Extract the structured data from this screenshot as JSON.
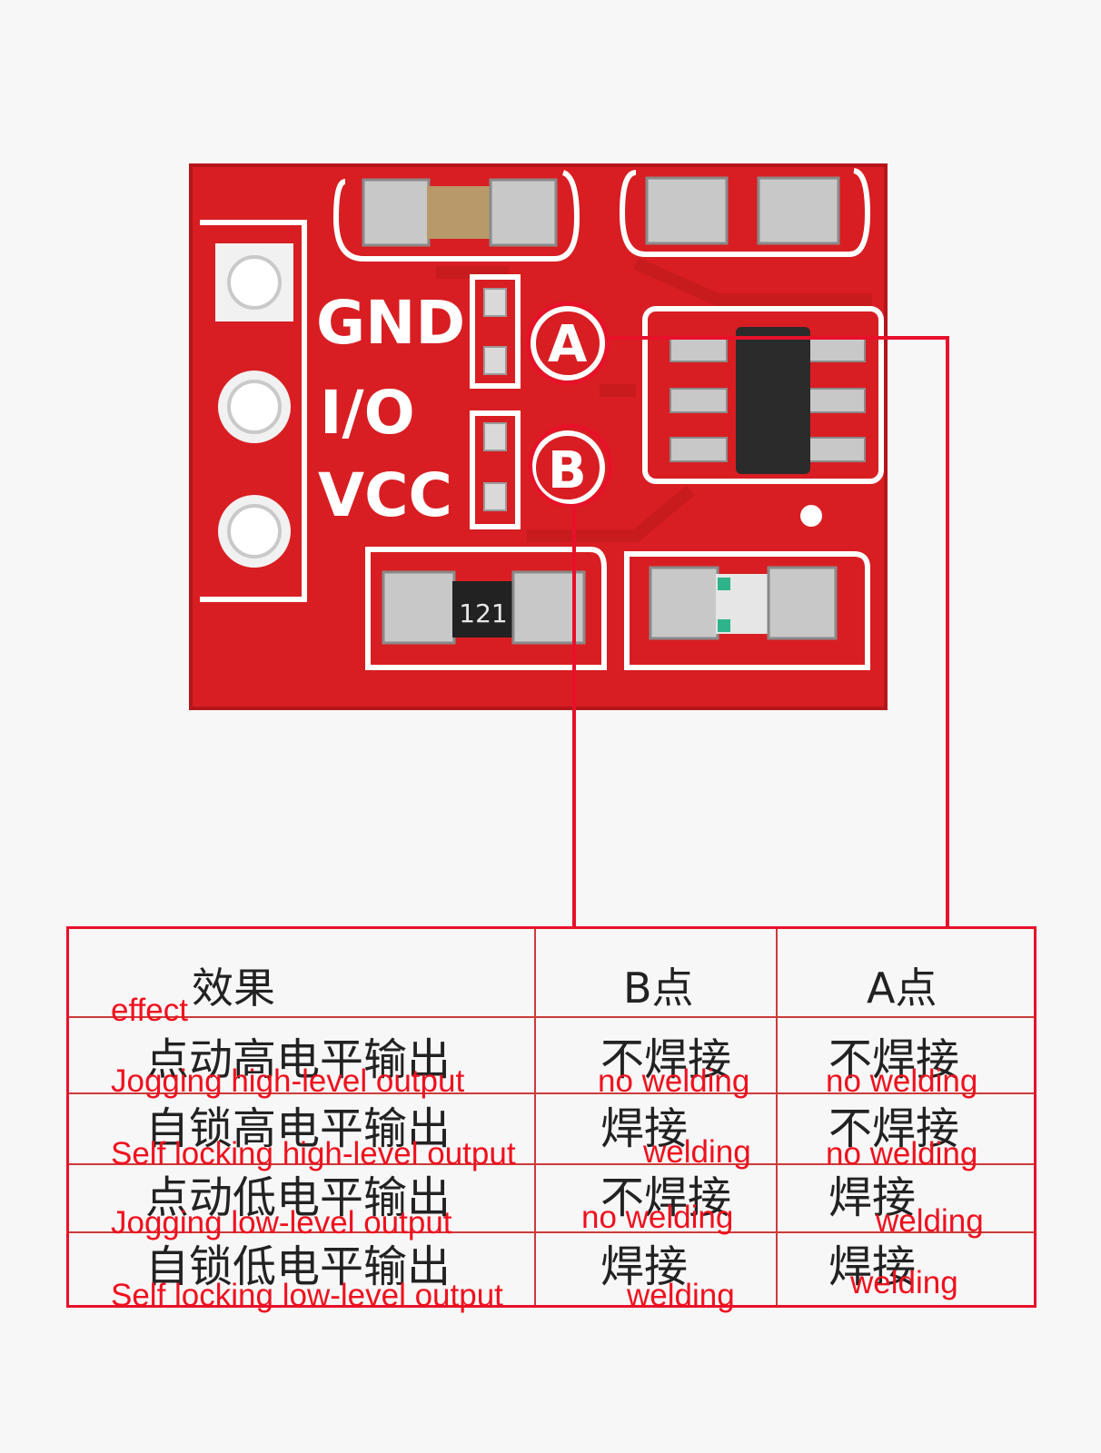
{
  "board": {
    "silkscreen": {
      "gnd": "GND",
      "io": "I/O",
      "vcc": "VCC",
      "point_a": "A",
      "point_b": "B"
    },
    "resistor_code": "121"
  },
  "colors": {
    "pcb": "#d81e22",
    "silkscreen": "#ffffff",
    "annotation_red": "#e8102a"
  },
  "table": {
    "headers": [
      {
        "cn": "效果",
        "en": "effect"
      },
      {
        "cn": "B点",
        "en": ""
      },
      {
        "cn": "A点",
        "en": ""
      }
    ],
    "rows": [
      {
        "effect_cn": "点动高电平输出",
        "effect_en": "Jogging high-level output",
        "b_cn": "不焊接",
        "b_en": "no welding",
        "a_cn": "不焊接",
        "a_en": "no welding"
      },
      {
        "effect_cn": "自锁高电平输出",
        "effect_en": "Self locking high-level output",
        "b_cn": "焊接",
        "b_en": "welding",
        "a_cn": "不焊接",
        "a_en": "no welding"
      },
      {
        "effect_cn": "点动低电平输出",
        "effect_en": "Jogging low-level output",
        "b_cn": "不焊接",
        "b_en": "no welding",
        "a_cn": "焊接",
        "a_en": "welding"
      },
      {
        "effect_cn": "自锁低电平输出",
        "effect_en": "Self locking low-level output",
        "b_cn": "焊接",
        "b_en": "welding",
        "a_cn": "焊接",
        "a_en": "welding"
      }
    ]
  }
}
